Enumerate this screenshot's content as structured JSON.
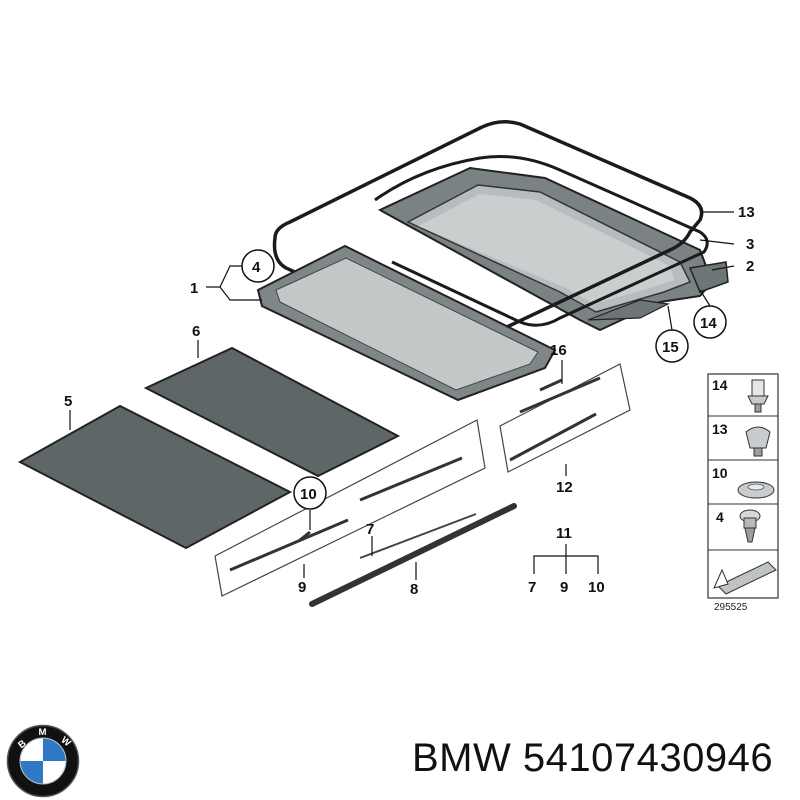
{
  "callouts": {
    "c1": "1",
    "c2": "2",
    "c3": "3",
    "c4": "4",
    "c5": "5",
    "c6": "6",
    "c7a": "7",
    "c7b": "7",
    "c8": "8",
    "c9a": "9",
    "c9b": "9",
    "c10a": "10",
    "c10b": "10",
    "c11": "11",
    "c12": "12",
    "c13": "13",
    "c14": "14",
    "c15": "15",
    "c16": "16"
  },
  "legend": [
    {
      "number": "14",
      "icon": "expanding-rivet-icon"
    },
    {
      "number": "13",
      "icon": "clip-nut-icon"
    },
    {
      "number": "10",
      "icon": "washer-cap-icon"
    },
    {
      "number": "4",
      "icon": "torx-screw-icon"
    }
  ],
  "diagram_ref": "295525",
  "logo": {
    "letters": "BMW",
    "colors": {
      "ring": "#111111",
      "blue": "#2f79c4",
      "white": "#ffffff"
    }
  },
  "caption": {
    "brand": "BMW",
    "part_number": "54107430946"
  }
}
